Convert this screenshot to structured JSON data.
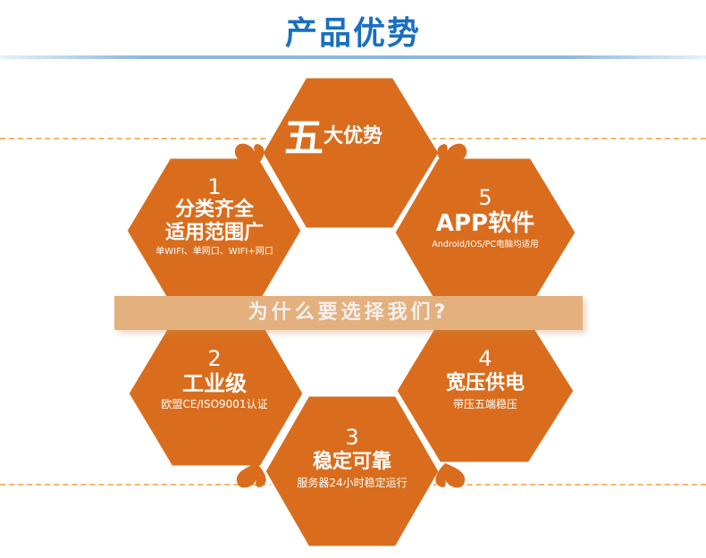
{
  "header": {
    "title": "产品优势"
  },
  "colors": {
    "title_blue": "#1a6fc0",
    "hex_orange": "#d96d1d",
    "banner_tan": "#e3b07e",
    "dash_orange": "#f0b66a"
  },
  "center": {
    "big_char": "五",
    "rest": "大优势"
  },
  "banner": {
    "text": "为什么要选择我们?"
  },
  "hexes": [
    {
      "num": "1",
      "title_line1": "分类齐全",
      "title_line2": "适用范围广",
      "subtitle": "单WIFI、单网口、WIFI+网口"
    },
    {
      "num": "2",
      "title": "工业级",
      "subtitle": "欧盟CE/ISO9001认证"
    },
    {
      "num": "3",
      "title": "稳定可靠",
      "subtitle": "服务器24小时稳定运行"
    },
    {
      "num": "4",
      "title": "宽压供电",
      "subtitle": "带压五端稳压"
    },
    {
      "num": "5",
      "title": "APP软件",
      "subtitle": "Android/IOS/PC电脑均适用"
    }
  ],
  "decorations": {
    "heart_icons": 4
  }
}
